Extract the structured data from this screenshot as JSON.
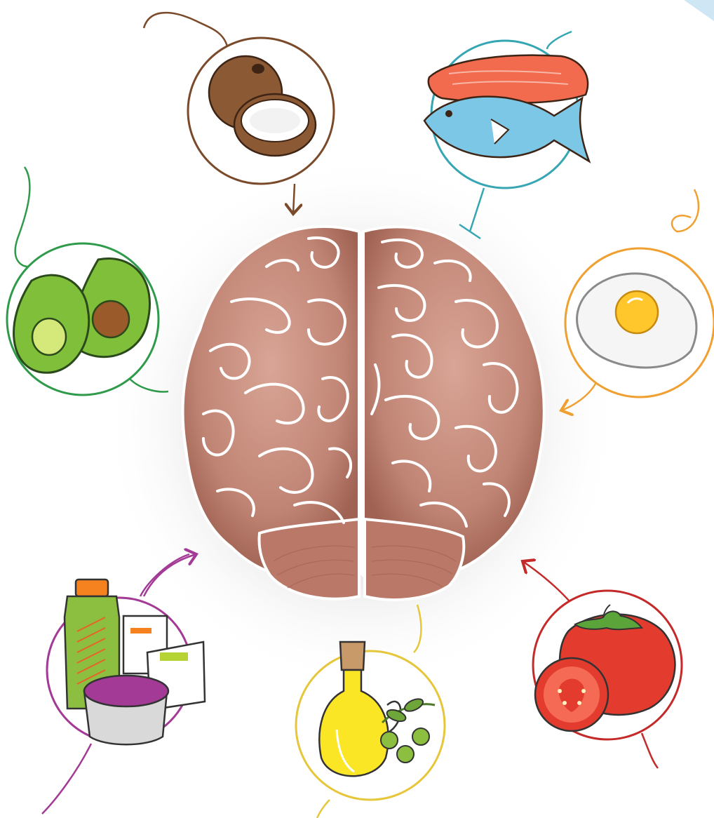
{
  "scene": {
    "subject": "brain",
    "foods": [
      {
        "id": "coconut",
        "color": "#7a4a2a"
      },
      {
        "id": "fish",
        "color": "#35a6b2"
      },
      {
        "id": "avocado",
        "color": "#2e9a4a"
      },
      {
        "id": "egg",
        "color": "#f0a030"
      },
      {
        "id": "snacks",
        "color": "#a23a96"
      },
      {
        "id": "olive-oil",
        "color": "#e6c63a"
      },
      {
        "id": "tomato",
        "color": "#c52a2a"
      }
    ]
  },
  "colors": {
    "brain_fill": "#c88b7c",
    "brain_dark": "#a86a5e",
    "brain_lines": "#ffffff",
    "corner_accent": "#cfe6f4"
  }
}
